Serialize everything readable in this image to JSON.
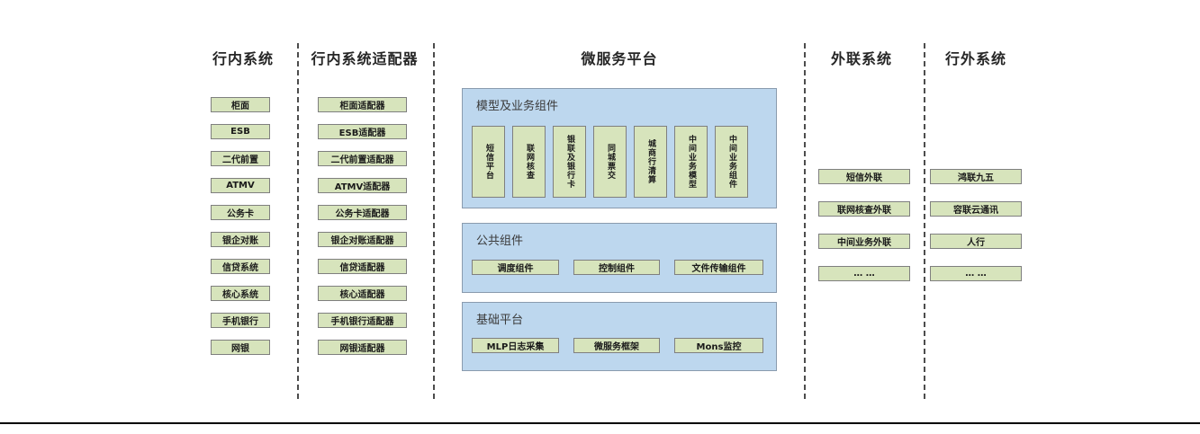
{
  "colors": {
    "panel_blue": "#bdd7ee",
    "panel_border": "#8a9bae",
    "box_green": "#d7e4bc",
    "box_border": "#7f7f7f",
    "text_dark": "#1a1a1a",
    "divider_gray": "#4d4d4d",
    "bottom_line": "#000000"
  },
  "columns": {
    "internal": {
      "title": "行内系统",
      "boxes": [
        "柜面",
        "ESB",
        "二代前置",
        "ATMV",
        "公务卡",
        "银企对账",
        "信贷系统",
        "核心系统",
        "手机银行",
        "网银"
      ]
    },
    "adapters": {
      "title": "行内系统适配器",
      "boxes": [
        "柜面适配器",
        "ESB适配器",
        "二代前置适配器",
        "ATMV适配器",
        "公务卡适配器",
        "银企对账适配器",
        "信贷适配器",
        "核心适配器",
        "手机银行适配器",
        "网银适配器"
      ]
    },
    "platform": {
      "title": "微服务平台",
      "panels": {
        "model": {
          "title": "模型及业务组件",
          "boxes": [
            "短信平台",
            "联网核查",
            "银联及银行卡",
            "同城票交",
            "城商行清算",
            "中间业务模型",
            "中间业务组件"
          ]
        },
        "common": {
          "title": "公共组件",
          "boxes": [
            "调度组件",
            "控制组件",
            "文件传输组件"
          ]
        },
        "base": {
          "title": "基础平台",
          "boxes": [
            "MLP日志采集",
            "微服务框架",
            "Mons监控"
          ]
        }
      }
    },
    "outlink": {
      "title": "外联系统",
      "boxes": [
        "短信外联",
        "联网核查外联",
        "中间业务外联",
        "… …"
      ]
    },
    "external": {
      "title": "行外系统",
      "boxes": [
        "鸿联九五",
        "容联云通讯",
        "人行",
        "… …"
      ]
    }
  }
}
